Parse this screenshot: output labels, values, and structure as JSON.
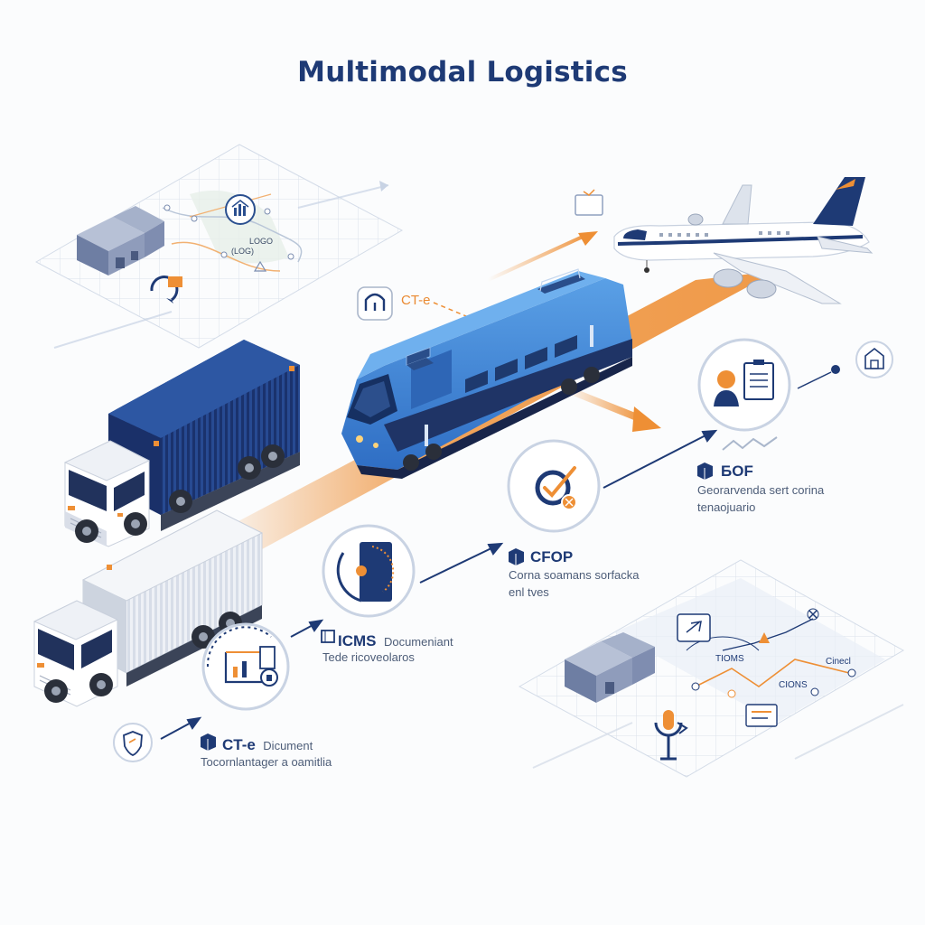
{
  "title": "Multimodal Logistics",
  "callouts": {
    "cte_top": {
      "heading": "CT-e"
    },
    "icms": {
      "heading": "ICMS",
      "heading_rest": "Documeniant",
      "desc": [
        "Tede ricoveolaros"
      ]
    },
    "cte_bottom": {
      "heading": "CT-e",
      "heading_rest": "Dicument",
      "desc": [
        "Tocornlantager a oamitlia"
      ]
    },
    "cfop": {
      "heading": "CFOP",
      "desc": [
        "Corna soamans sorfacka",
        "enl tves"
      ]
    },
    "bof": {
      "heading": "БOF",
      "desc": [
        "Georarvenda sert corina",
        "tenaojuario"
      ]
    }
  },
  "map_top": {
    "labels": [
      "LOGO",
      "(LOG)"
    ]
  },
  "map_bottom": {
    "labels": [
      "TIOMS",
      "CIONS",
      "Cinecl"
    ]
  },
  "colors": {
    "navy": "#1e3a75",
    "orange": "#ee8f35",
    "train_blue": "#3f86d6",
    "container_navy": "#1d3778",
    "ring": "#c9d3e3"
  },
  "icons": [
    "chart-icon",
    "sync-icon",
    "lock-chart-icon",
    "shield-icon",
    "box-icon",
    "check-icon",
    "dial-icon",
    "worker-document-icon",
    "warehouse-icon",
    "tv-icon",
    "headset-icon",
    "route-icon",
    "plane-icon",
    "train-icon",
    "truck-icon"
  ]
}
